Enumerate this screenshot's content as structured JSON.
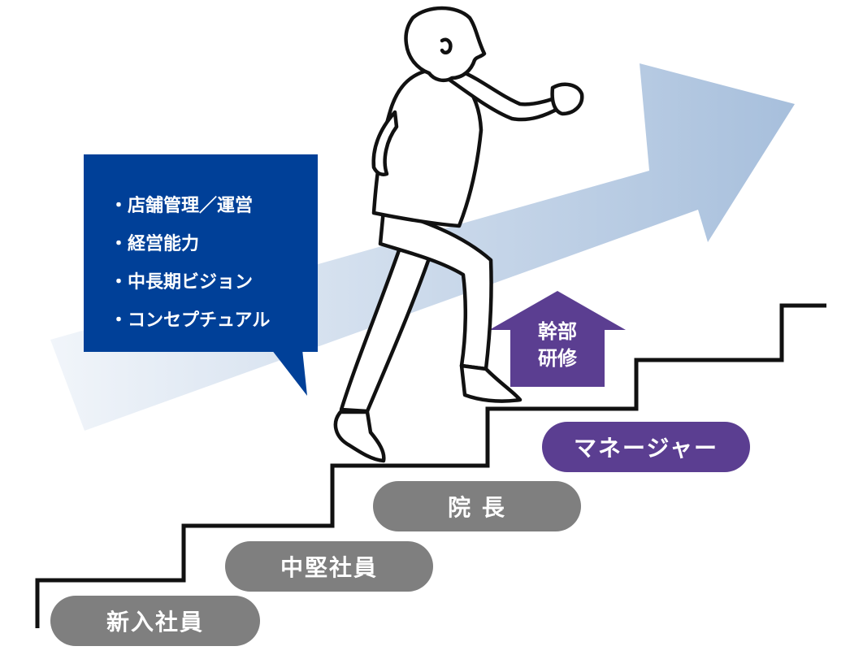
{
  "callout": {
    "items": [
      "・店舗管理／運営",
      "・経営能力",
      "・中長期ビジョン",
      "・コンセプチュアル"
    ]
  },
  "steps": {
    "new_employee": "新入社員",
    "mid_level": "中堅社員",
    "director": "院 長",
    "manager": "マネージャー"
  },
  "executive_arrow": {
    "line1": "幹部",
    "line2": "研修"
  },
  "colors": {
    "callout_blue": "#004098",
    "step_gray": "#7f7f7f",
    "manager_purple": "#5b3e91",
    "growth_arrow_start": "#f1f5fa",
    "growth_arrow_end": "#a7bfdc",
    "line_black": "#111111"
  }
}
